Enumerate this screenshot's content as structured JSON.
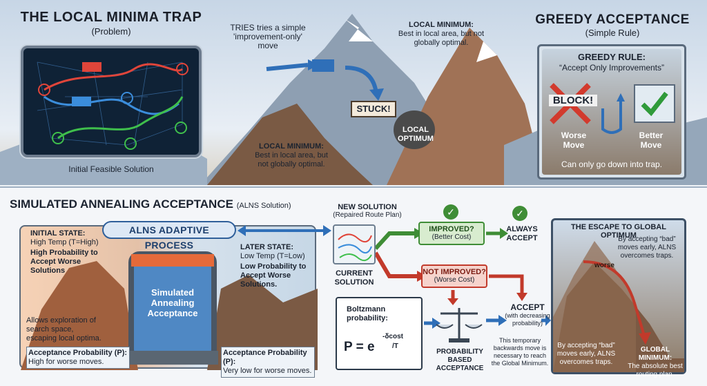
{
  "top_left": {
    "title": "THE LOCAL MINIMA TRAP",
    "subtitle": "(Problem)",
    "caption": "Initial Feasible Solution"
  },
  "top_middle": {
    "tries_text": "TRIES tries a simple 'improvement-only' move",
    "local_min_top_title": "LOCAL MINIMUM:",
    "local_min_top_body": "Best in local area, but not globally optimal.",
    "stuck_sign": "STUCK!",
    "local_optimum_label": "LOCAL OPTIMUM",
    "local_min_bottom_title": "LOCAL MINIMUM:",
    "local_min_bottom_body": "Best in local area, but not globally optimal."
  },
  "top_right": {
    "title": "GREEDY ACCEPTANCE",
    "subtitle": "(Simple Rule)",
    "rule_title": "GREEDY RULE:",
    "rule_body": "“Accept Only Improvements”",
    "block_label": "BLOCK!",
    "worse_move": "Worse Move",
    "better_move": "Better Move",
    "footer": "Can only go down into trap."
  },
  "bottom_left": {
    "title": "SIMULATED ANNEALING ACCEPTANCE",
    "title_note": "(ALNS Solution)",
    "alns_pill": "ALNS ADAPTIVE PROCESS",
    "initial_state_title": "INITIAL STATE:",
    "initial_state_temp": "High Temp (T=High)",
    "initial_state_desc": "High Probability to Accept Worse Solutions",
    "later_state_title": "LATER STATE:",
    "later_state_temp": "Low Temp (T=Low)",
    "later_state_desc": "Low Probability to Accept Worse Solutions.",
    "vessel_label": "Simulated Annealing Acceptance",
    "explore_text": "Allows exploration of search space, escaping local optima.",
    "prob_high_title": "Acceptance Probability (P):",
    "prob_high_value": "High for worse moves.",
    "prob_low_title": "Acceptance Probability (P):",
    "prob_low_value": "Very low for worse moves."
  },
  "bottom_middle": {
    "new_solution_title": "NEW SOLUTION",
    "new_solution_sub": "(Repaired Route Plan)",
    "current_solution": "CURRENT SOLUTION",
    "improved_title": "IMPROVED?",
    "improved_sub": "(Better Cost)",
    "always_accept": "ALWAYS ACCEPT",
    "not_improved_title": "NOT IMPROVED?",
    "not_improved_sub": "(Worse Cost)",
    "boltzmann_title": "Boltzmann probability:",
    "formula_lhs": "P = e",
    "formula_num": "-δcost",
    "formula_den": "/T",
    "prob_based": "PROBABILITY BASED ACCEPTANCE",
    "accept_title": "ACCEPT",
    "accept_sub": "(with decreasing probability)",
    "accept_note": "This temporary backwards move is necessary to reach the Global Minimum."
  },
  "bottom_right": {
    "title": "THE ESCAPE TO GLOBAL OPTIMUM",
    "top_note": "By accepting “bad” moves early, ALNS overcomes traps.",
    "worse_label": "worse",
    "bottom_note": "By accepting “bad” moves early, ALNS overcomes traps.",
    "global_min_title": "GLOBAL MINIMUM:",
    "global_min_body": "The absolute best routing plan."
  },
  "colors": {
    "green": "#3f8d36",
    "red": "#c23a2b",
    "blue": "#2f6fb8",
    "navy_panel": "#0f2236"
  }
}
